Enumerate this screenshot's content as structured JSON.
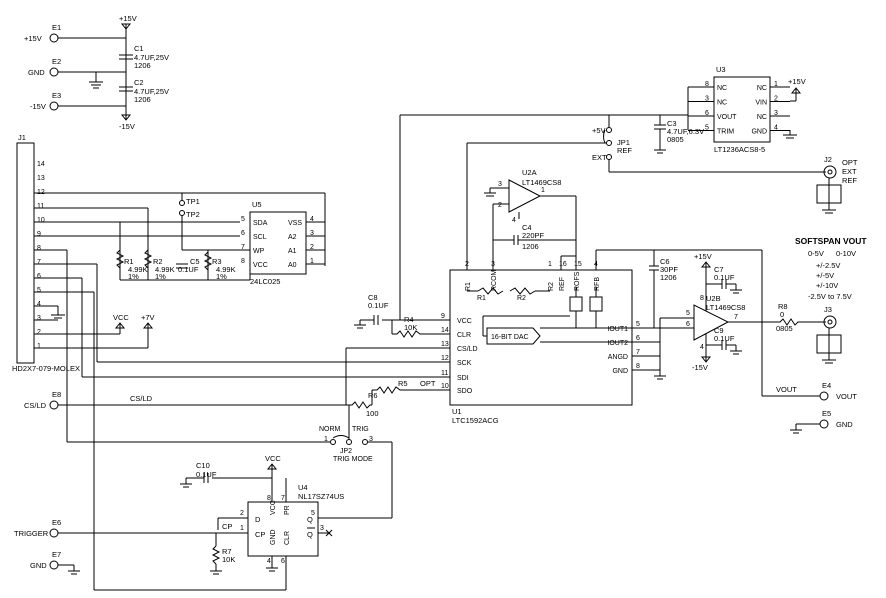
{
  "connectors": {
    "e1": {
      "ref": "E1",
      "label": "+15V"
    },
    "e2": {
      "ref": "E2",
      "label": "GND"
    },
    "e3": {
      "ref": "E3",
      "label": "-15V"
    },
    "e4": {
      "ref": "E4",
      "label": "VOUT"
    },
    "e5": {
      "ref": "E5",
      "label": "GND"
    },
    "e6": {
      "ref": "E6",
      "label": "TRIGGER"
    },
    "e7": {
      "ref": "E7",
      "label": "GND"
    },
    "e8": {
      "ref": "E8",
      "label": "CS/LD"
    },
    "j1": {
      "ref": "J1",
      "part": "HD2X7-079-MOLEX",
      "pins": [
        "14",
        "13",
        "12",
        "11",
        "10",
        "9",
        "8",
        "7",
        "6",
        "5",
        "4",
        "3",
        "2",
        "1"
      ]
    },
    "j2": {
      "ref": "J2",
      "label_lines": [
        "OPT",
        "EXT",
        "REF"
      ]
    },
    "j3": {
      "ref": "J3"
    }
  },
  "rails": {
    "p15": "+15V",
    "m15": "-15V",
    "vcc": "VCC",
    "p7": "+7V"
  },
  "capacitors": {
    "c1": {
      "ref": "C1",
      "value": "4.7UF,25V",
      "pkg": "1206"
    },
    "c2": {
      "ref": "C2",
      "value": "4.7UF,25V",
      "pkg": "1206"
    },
    "c3": {
      "ref": "C3",
      "value": "4.7UF,6.3V",
      "pkg": "0805"
    },
    "c4": {
      "ref": "C4",
      "value": "220PF",
      "pkg": "1206"
    },
    "c5": {
      "ref": "C5",
      "value": "0.1UF"
    },
    "c6": {
      "ref": "C6",
      "value": "30PF",
      "pkg": "1206"
    },
    "c7": {
      "ref": "C7",
      "value": "0.1UF"
    },
    "c8": {
      "ref": "C8",
      "value": "0.1UF"
    },
    "c9": {
      "ref": "C9",
      "value": "0.1UF"
    },
    "c10": {
      "ref": "C10",
      "value": "0.1UF"
    }
  },
  "resistors": {
    "r1": {
      "ref": "R1",
      "value": "4.99K",
      "tol": "1%"
    },
    "r2": {
      "ref": "R2",
      "value": "4.99K",
      "tol": "1%"
    },
    "r3": {
      "ref": "R3",
      "value": "4.99K",
      "tol": "1%"
    },
    "r4": {
      "ref": "R4",
      "value": "10K"
    },
    "r5": {
      "ref": "R5",
      "value": "OPT"
    },
    "r6": {
      "ref": "R6",
      "value": "100"
    },
    "r7": {
      "ref": "R7",
      "value": "10K"
    },
    "r8": {
      "ref": "R8",
      "value": "0",
      "pkg": "0805"
    }
  },
  "testpoints": {
    "tp1": "TP1",
    "tp2": "TP2"
  },
  "jumpers": {
    "jp1": {
      "ref": "JP1",
      "name": "REF",
      "opt_top": "+5V",
      "opt_bottom": "EXT"
    },
    "jp2": {
      "ref": "JP2",
      "name": "TRIG MODE",
      "left": "NORM",
      "right": "TRIG"
    }
  },
  "u1": {
    "ref": "U1",
    "part": "LTC1592ACG",
    "left_pins": [
      {
        "num": "9",
        "name": "VCC"
      },
      {
        "num": "14",
        "name": "CLR"
      },
      {
        "num": "13",
        "name": "CS/LD"
      },
      {
        "num": "12",
        "name": "SCK"
      },
      {
        "num": "11",
        "name": "SDI"
      },
      {
        "num": "10",
        "name": "SDO"
      }
    ],
    "right_pins": [
      {
        "num": "5",
        "name": "IOUT1"
      },
      {
        "num": "6",
        "name": "IOUT2"
      },
      {
        "num": "7",
        "name": "ANGD"
      },
      {
        "num": "8",
        "name": "GND"
      }
    ],
    "top_pins": [
      {
        "num": "2",
        "name": "R1"
      },
      {
        "num": "3",
        "name": "RCOM"
      },
      {
        "num": "1",
        "name": "R2"
      },
      {
        "num": "16",
        "name": "REF"
      },
      {
        "num": "15",
        "name": "ROFS"
      },
      {
        "num": "4",
        "name": "RFB"
      }
    ],
    "internal": {
      "r1": "R1",
      "r2": "R2",
      "dac": "16-BIT DAC"
    }
  },
  "u2a": {
    "ref": "U2A",
    "part": "LT1469CS8",
    "pins": [
      "3",
      "2",
      "1",
      "4"
    ]
  },
  "u2b": {
    "ref": "U2B",
    "part": "LT1469CS8",
    "pins": [
      "5",
      "6",
      "7",
      "8",
      "4"
    ]
  },
  "u3": {
    "ref": "U3",
    "part": "LT1236ACS8-5",
    "left_pins": [
      {
        "num": "8",
        "name": "NC"
      },
      {
        "num": "3",
        "name": "NC"
      },
      {
        "num": "6",
        "name": "VOUT"
      },
      {
        "num": "5",
        "name": "TRIM"
      }
    ],
    "right_pins": [
      {
        "num": "1",
        "name": "NC"
      },
      {
        "num": "2",
        "name": "VIN"
      },
      {
        "num": "3",
        "name": "NC"
      },
      {
        "num": "4",
        "name": "GND"
      }
    ]
  },
  "u4": {
    "ref": "U4",
    "part": "NL17SZ74US",
    "pins_left": [
      {
        "num": "2",
        "name": "D"
      },
      {
        "num": "1",
        "name": "CP"
      }
    ],
    "pins_right": [
      {
        "num": "5",
        "name": "Q"
      },
      {
        "num": "3",
        "name": "Q"
      }
    ],
    "pins_top": [
      {
        "num": "7",
        "name": "PR"
      },
      {
        "num": "8",
        "name": "VCC"
      }
    ],
    "pins_bottom": [
      {
        "num": "4",
        "name": "GND"
      },
      {
        "num": "6",
        "name": "CLR"
      }
    ]
  },
  "u5": {
    "ref": "U5",
    "part": "24LC025",
    "left_pins": [
      {
        "num": "5",
        "name": "SDA"
      },
      {
        "num": "6",
        "name": "SCL"
      },
      {
        "num": "7",
        "name": "WP"
      },
      {
        "num": "8",
        "name": "VCC"
      }
    ],
    "right_pins": [
      {
        "num": "4",
        "name": "VSS"
      },
      {
        "num": "3",
        "name": "A2"
      },
      {
        "num": "2",
        "name": "A1"
      },
      {
        "num": "1",
        "name": "A0"
      }
    ]
  },
  "softspan": {
    "title": "SOFTSPAN VOUT",
    "rows": [
      "0-5V",
      "0-10V",
      "+/-2.5V",
      "+/-5V",
      "+/-10V",
      "-2.5V to 7.5V"
    ]
  },
  "nets": {
    "cs_ld": "CS/LD",
    "cp": "CP",
    "vout": "VOUT"
  }
}
